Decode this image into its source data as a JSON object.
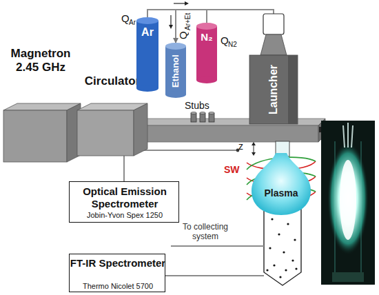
{
  "diagram": {
    "nodes": [
      {
        "text": [
          "Magnetron 2.45 GHz"
        ]
      },
      {
        "text": [
          "Circulator"
        ]
      },
      {
        "text": [
          "Ar"
        ]
      },
      {
        "text": [
          "Ethanol"
        ]
      },
      {
        "text": [
          "N₂"
        ]
      },
      {
        "text": [
          "Launcher"
        ]
      },
      {
        "text": [
          "Plasma"
        ]
      },
      {
        "text": [
          "Optical Emission Spectrometer",
          "Jobin-Yvon Spex 1250"
        ]
      },
      {
        "text": [
          "FT-IR Spectrometer",
          "Thermo Nicolet 5700"
        ]
      }
    ],
    "edges": [
      {
        "from": 2,
        "to": 5,
        "arrow": "none"
      },
      {
        "from": 2,
        "to": 3,
        "arrow": "to"
      },
      {
        "from": 4,
        "to": 5,
        "arrow": "none"
      }
    ],
    "labels": [
      "Q",
      "Ar",
      "Q",
      "Ar+Et",
      "Q",
      "N2",
      "Stubs",
      "z",
      "SW",
      "To collecting system"
    ]
  }
}
